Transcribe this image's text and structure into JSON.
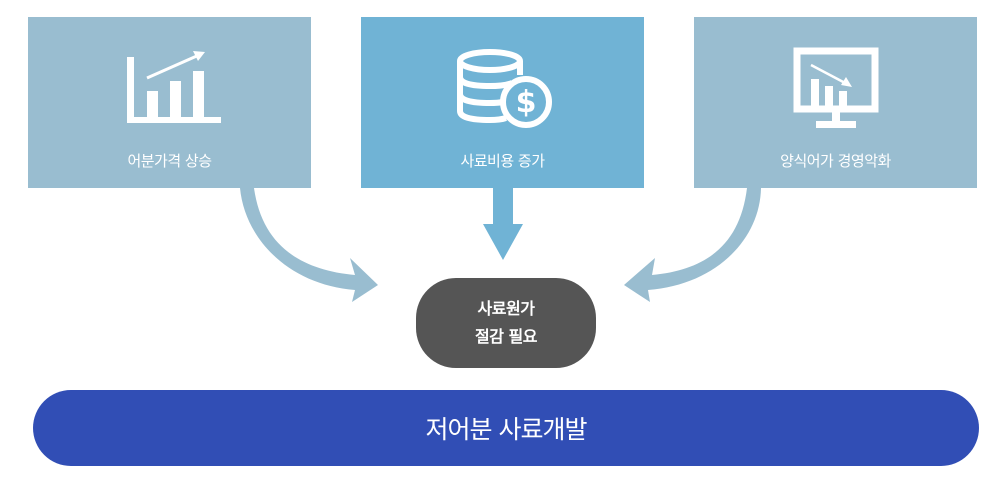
{
  "causes": [
    {
      "label": "어분가격 상승",
      "icon": "bar-chart-rising-icon",
      "color": "#99bdd0"
    },
    {
      "label": "사료비용 증가",
      "icon": "coin-stack-dollar-icon",
      "color": "#70b3d5"
    },
    {
      "label": "양식어가 경영악화",
      "icon": "monitor-chart-falling-icon",
      "color": "#99bdd0"
    }
  ],
  "center": {
    "line1": "사료원가",
    "line2": "절감 필요",
    "color": "#555555"
  },
  "result": {
    "label": "저어분 사료개발",
    "color": "#314eb5"
  },
  "arrow_colors": {
    "side": "#99bdd0",
    "middle": "#70b3d5"
  }
}
